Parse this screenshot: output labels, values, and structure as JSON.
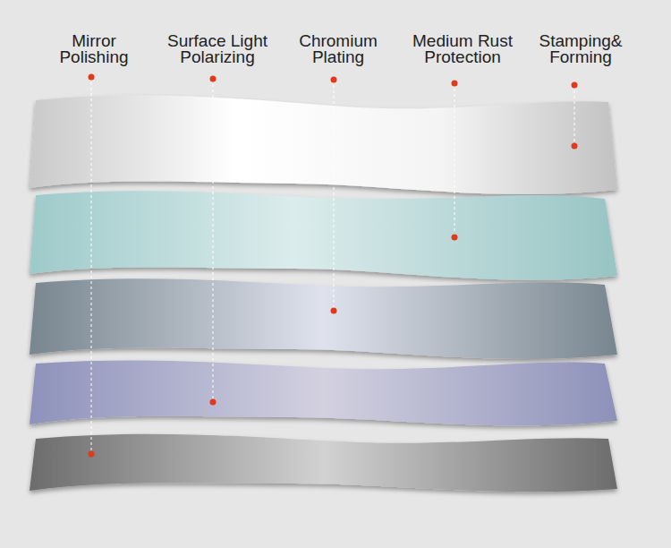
{
  "diagram": {
    "labels": [
      "Mirror Polishing",
      "Surface Light Polarizing",
      "Chromium Plating",
      "Medium Rust Protection",
      "Stamping& Forming"
    ]
  }
}
